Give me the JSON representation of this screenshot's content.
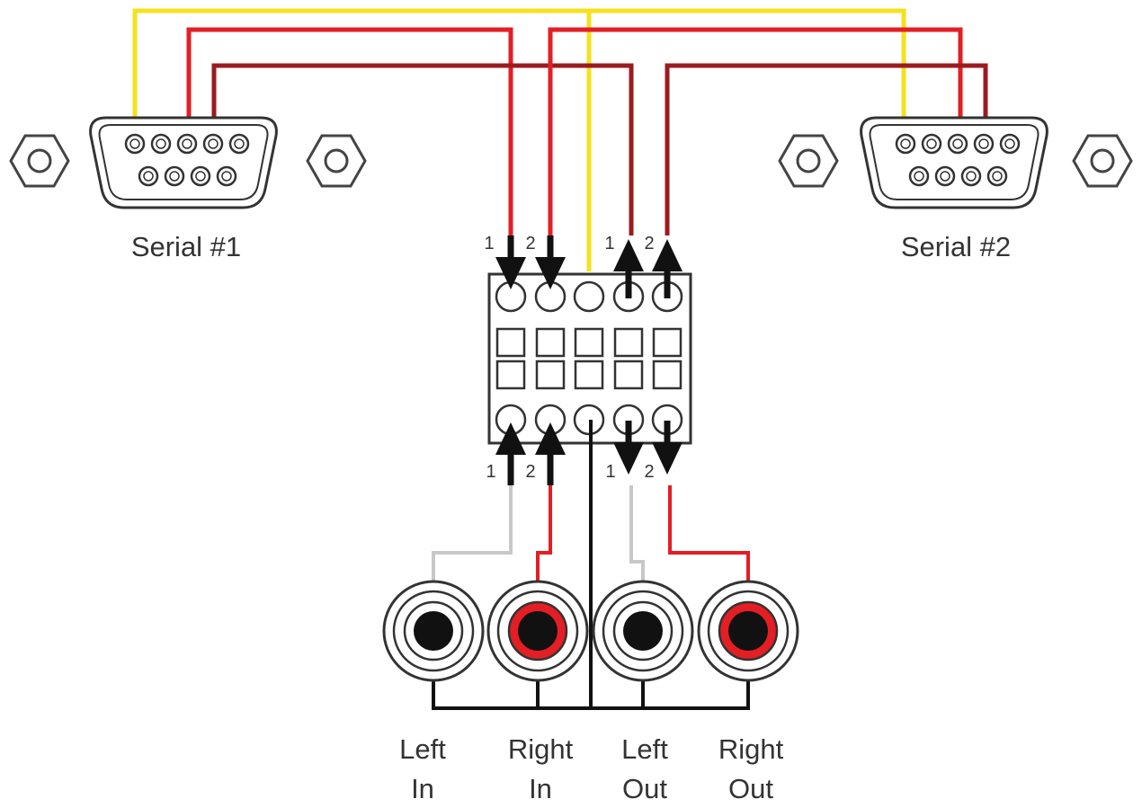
{
  "serial_ports": [
    {
      "label": "Serial #1"
    },
    {
      "label": "Serial #2"
    }
  ],
  "terminal_block": {
    "top_arrow_labels": [
      "1",
      "2",
      "1",
      "2"
    ],
    "bottom_arrow_labels": [
      "1",
      "2",
      "1",
      "2"
    ]
  },
  "jacks": [
    {
      "line1": "Left",
      "line2": "In",
      "ring_color": "#ffffff"
    },
    {
      "line1": "Right",
      "line2": "In",
      "ring_color": "#e31e24"
    },
    {
      "line1": "Left",
      "line2": "Out",
      "ring_color": "#ffffff"
    },
    {
      "line1": "Right",
      "line2": "Out",
      "ring_color": "#e31e24"
    }
  ],
  "colors": {
    "yellow_wire": "#f4e21c",
    "red_wire": "#e31e24",
    "dark_red_wire": "#9b1b1f",
    "gray_wire": "#c8c8c8",
    "black_wire": "#111111"
  }
}
